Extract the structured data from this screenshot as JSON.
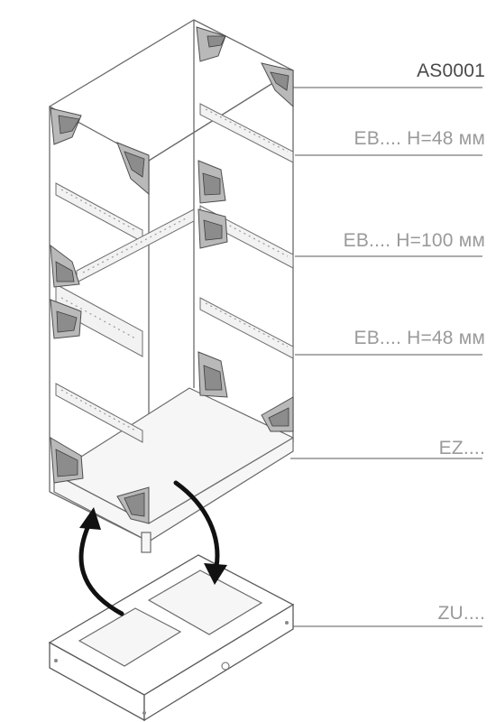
{
  "labels": [
    {
      "text": "AS0001",
      "tone": "dark"
    },
    {
      "text": "EB.... H=48 мм",
      "tone": "light"
    },
    {
      "text": "EB.... H=100 мм",
      "tone": "light"
    },
    {
      "text": "EB.... H=48 мм",
      "tone": "light"
    },
    {
      "text": "EZ....",
      "tone": "light"
    },
    {
      "text": "ZU....",
      "tone": "light"
    }
  ],
  "colors": {
    "line": "#6a6a6a",
    "label": "#9a9a9a",
    "label_dark": "#4a4a4a",
    "arrow": "#111111"
  }
}
